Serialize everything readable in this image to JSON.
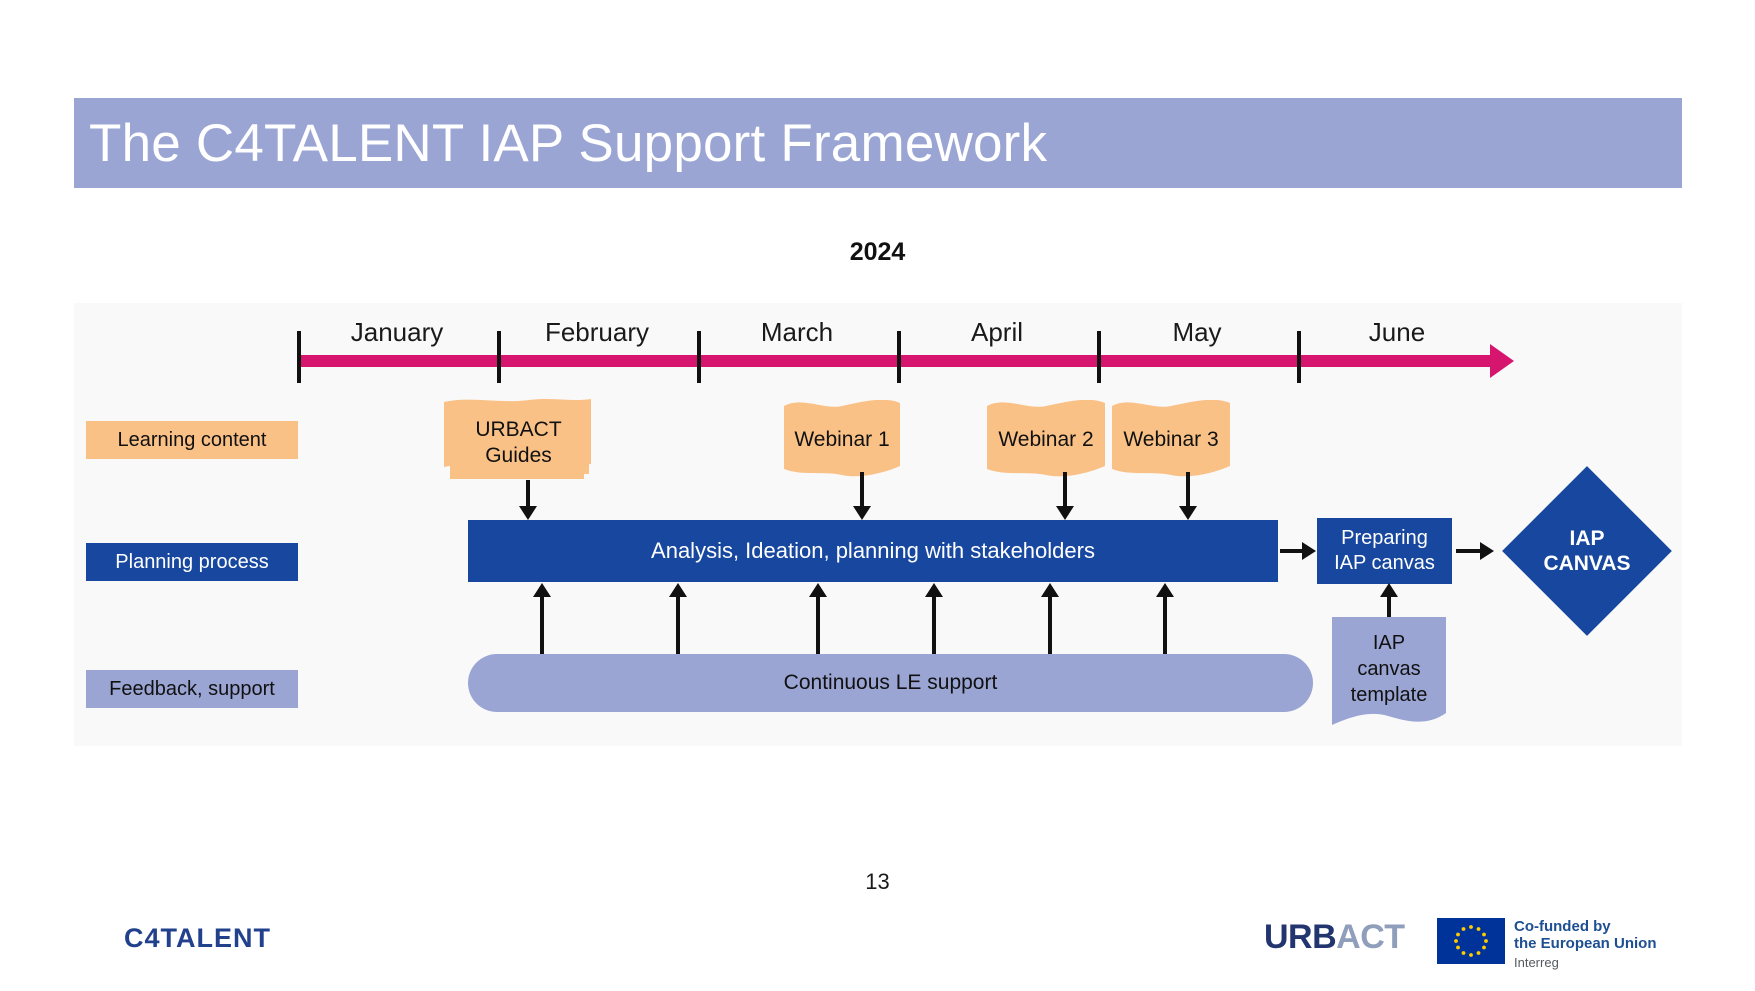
{
  "slide": {
    "title": "The C4TALENT IAP Support Framework",
    "year": "2024",
    "page_number": "13",
    "brand": "C4TALENT"
  },
  "timeline": {
    "months": [
      "January",
      "February",
      "March",
      "April",
      "May",
      "June"
    ],
    "axis_color": "#d6156f"
  },
  "rows": [
    {
      "id": "learning",
      "label": "Learning content",
      "color": "#fac187",
      "text_color": "#111111"
    },
    {
      "id": "planning",
      "label": "Planning process",
      "color": "#17479e",
      "text_color": "#ffffff"
    },
    {
      "id": "feedback",
      "label": "Feedback, support",
      "color": "#9aa5d4",
      "text_color": "#111111"
    }
  ],
  "learning_items": [
    {
      "label": "URBACT Guides",
      "line1": "URBACT",
      "line2": "Guides",
      "month": "February",
      "stacked": true
    },
    {
      "label": "Webinar 1",
      "line1": "Webinar 1",
      "line2": "",
      "month": "March",
      "stacked": false
    },
    {
      "label": "Webinar 2",
      "line1": "Webinar 2",
      "line2": "",
      "month": "April",
      "stacked": false
    },
    {
      "label": "Webinar 3",
      "line1": "Webinar 3",
      "line2": "",
      "month": "May",
      "stacked": false
    }
  ],
  "planning": {
    "main_bar": "Analysis, Ideation, planning with stakeholders",
    "prep_box_line1": "Preparing",
    "prep_box_line2": "IAP canvas",
    "outcome_line1": "IAP",
    "outcome_line2": "CANVAS"
  },
  "support": {
    "pill": "Continuous LE support",
    "template_line1": "IAP",
    "template_line2": "canvas",
    "template_line3": "template"
  },
  "footer": {
    "urbact_part1": "URB",
    "urbact_part2": "ACT",
    "eu_line1": "Co-funded by",
    "eu_line2": "the European Union",
    "eu_sub": "Interreg"
  },
  "colors": {
    "title_bar": "#9aa5d4",
    "accent_pink": "#d6156f",
    "deep_blue": "#17479e",
    "orange": "#fac187",
    "periwinkle": "#9aa5d4",
    "panel": "#f9f9f9"
  }
}
